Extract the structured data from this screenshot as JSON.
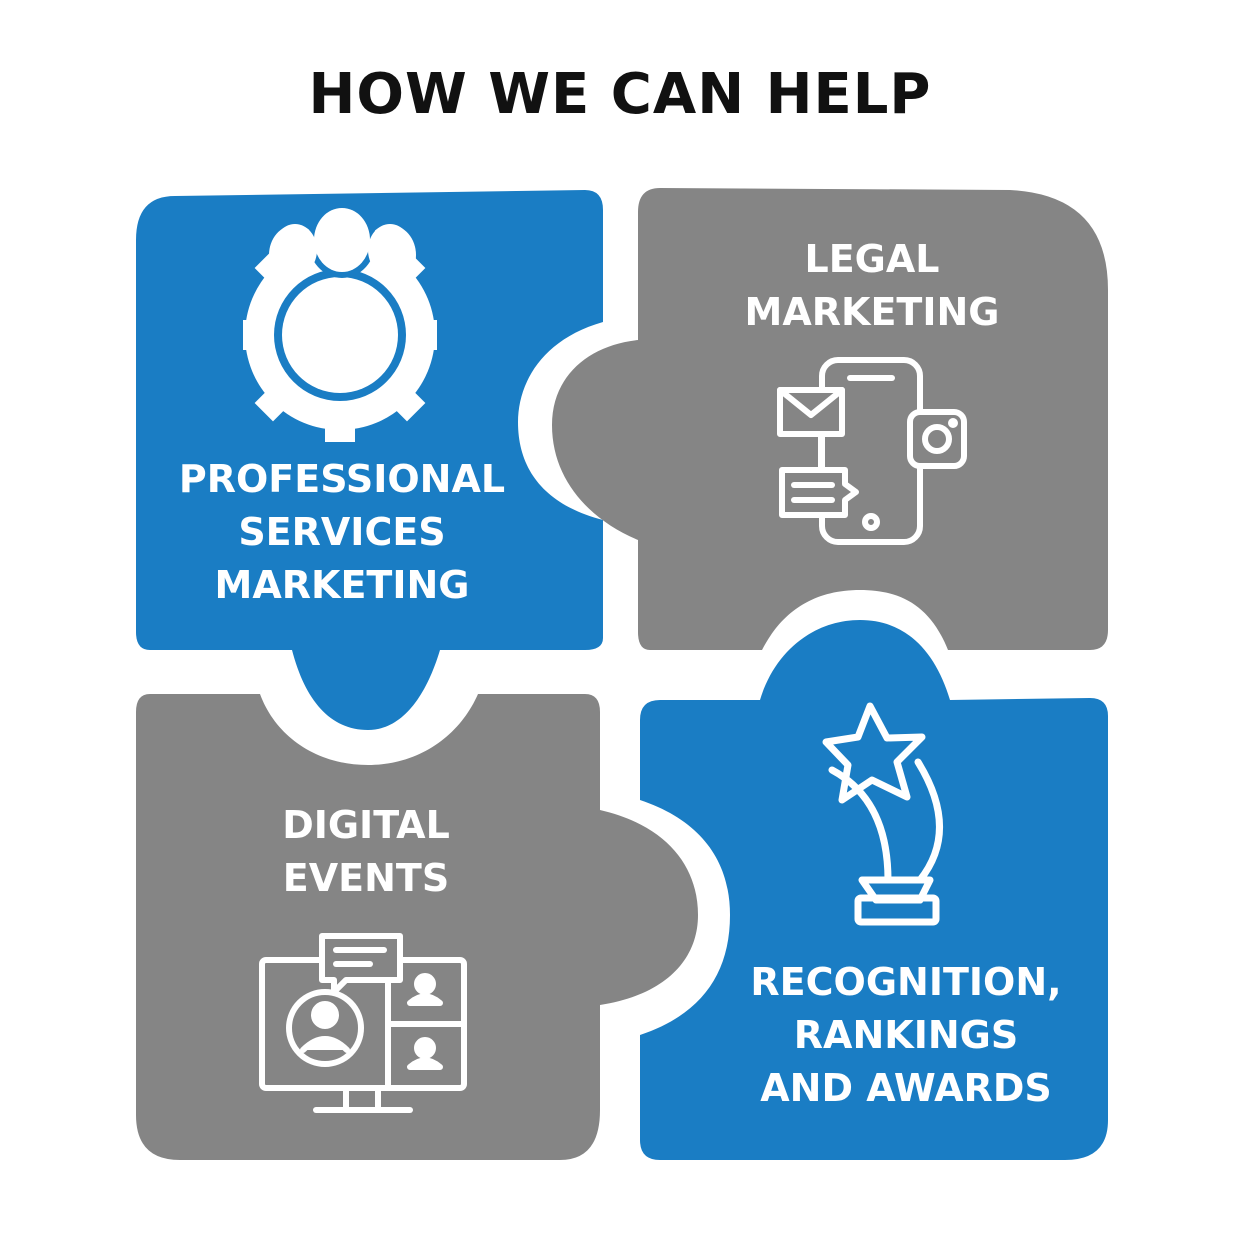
{
  "title": "HOW WE CAN HELP",
  "colors": {
    "blue": "#1a7dc4",
    "gray": "#858585",
    "icon": "#ffffff"
  },
  "pieces": [
    {
      "lines": [
        "PROFESSIONAL",
        "SERVICES",
        "MARKETING"
      ],
      "icon": "team-gear-icon",
      "color": "blue"
    },
    {
      "lines": [
        "LEGAL",
        "MARKETING"
      ],
      "icon": "smartphone-social-icon",
      "color": "gray"
    },
    {
      "lines": [
        "DIGITAL",
        "EVENTS"
      ],
      "icon": "video-conference-icon",
      "color": "gray"
    },
    {
      "lines": [
        "RECOGNITION,",
        "RANKINGS",
        "AND AWARDS"
      ],
      "icon": "star-trophy-icon",
      "color": "blue"
    }
  ]
}
